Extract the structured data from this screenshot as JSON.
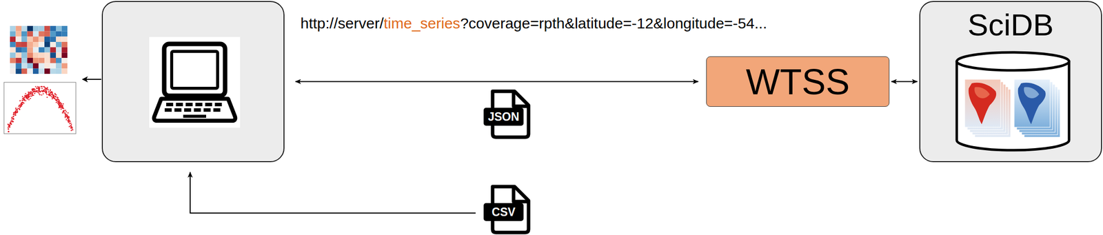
{
  "diagram": {
    "nodes": [
      {
        "text": []
      },
      {
        "text": [
          "WTSS"
        ]
      },
      {
        "text": [
          "SciDB"
        ]
      },
      {
        "text": [
          "JSON"
        ]
      },
      {
        "text": [
          "CSV"
        ]
      }
    ],
    "edges": [
      {
        "from": 0,
        "to": 1,
        "arrow": "both"
      },
      {
        "from": 1,
        "to": 2,
        "arrow": "both"
      },
      {
        "from": 4,
        "to": 0,
        "arrow": "to"
      }
    ],
    "labels": [
      "http://server/",
      "time_series",
      "?coverage=rpth&latitude=-12&longitude=-54..."
    ]
  }
}
